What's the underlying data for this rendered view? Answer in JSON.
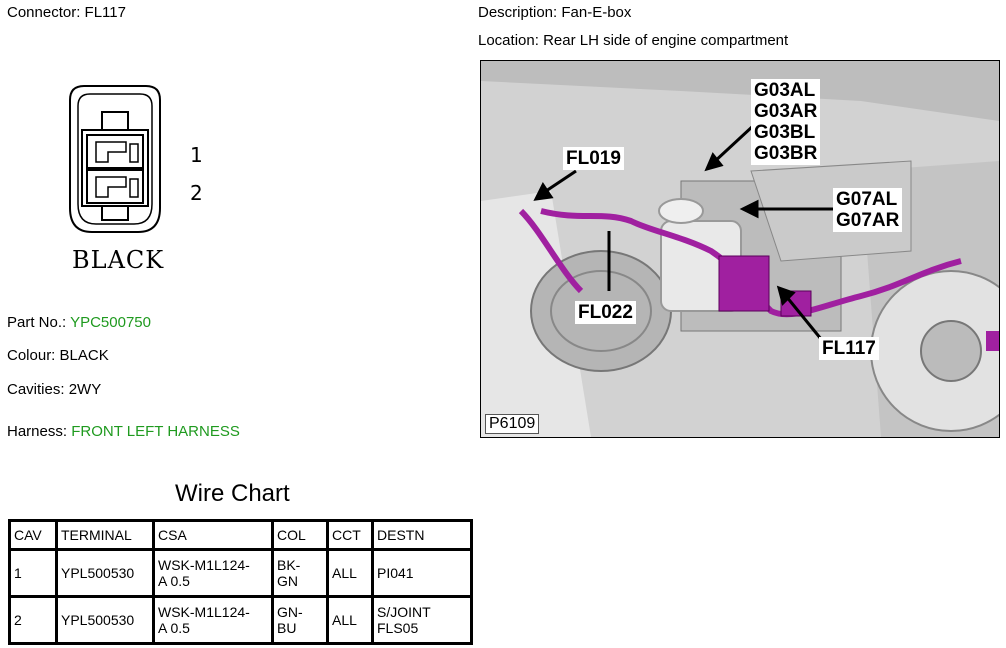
{
  "connector": {
    "label": "Connector:",
    "value": "FL117"
  },
  "description": {
    "label": "Description:",
    "value": "Fan-E-box"
  },
  "location": {
    "label": "Location:",
    "value": "Rear LH side of engine compartment"
  },
  "connector_drawing": {
    "color_label": "BLACK",
    "pin_numbers": [
      "1",
      "2"
    ]
  },
  "part_no": {
    "label": "Part No.:",
    "value": "YPC500750"
  },
  "colour": {
    "label": "Colour:",
    "value": "BLACK"
  },
  "cavities": {
    "label": "Cavities:",
    "value": "2WY"
  },
  "harness": {
    "label": "Harness:",
    "value": "FRONT LEFT HARNESS"
  },
  "link_color": "#1f9a1f",
  "photo": {
    "id": "P6109",
    "callouts": {
      "g03": [
        "G03AL",
        "G03AR",
        "G03BL",
        "G03BR"
      ],
      "fl019": "FL019",
      "g07": [
        "G07AL",
        "G07AR"
      ],
      "fl022": "FL022",
      "fl117": "FL117"
    },
    "harness_color": "#a020a0"
  },
  "wire_chart": {
    "title": "Wire Chart",
    "headers": [
      "CAV",
      "TERMINAL",
      "CSA",
      "COL",
      "CCT",
      "DESTN"
    ],
    "rows": [
      {
        "cav": "1",
        "terminal": "YPL500530",
        "csa": [
          "WSK-M1L124-",
          "A 0.5"
        ],
        "col": [
          "BK-",
          "GN"
        ],
        "cct": "ALL",
        "destn": [
          "PI041"
        ]
      },
      {
        "cav": "2",
        "terminal": "YPL500530",
        "csa": [
          "WSK-M1L124-",
          "A 0.5"
        ],
        "col": [
          "GN-",
          "BU"
        ],
        "cct": "ALL",
        "destn": [
          "S/JOINT",
          "FLS05"
        ]
      }
    ]
  }
}
